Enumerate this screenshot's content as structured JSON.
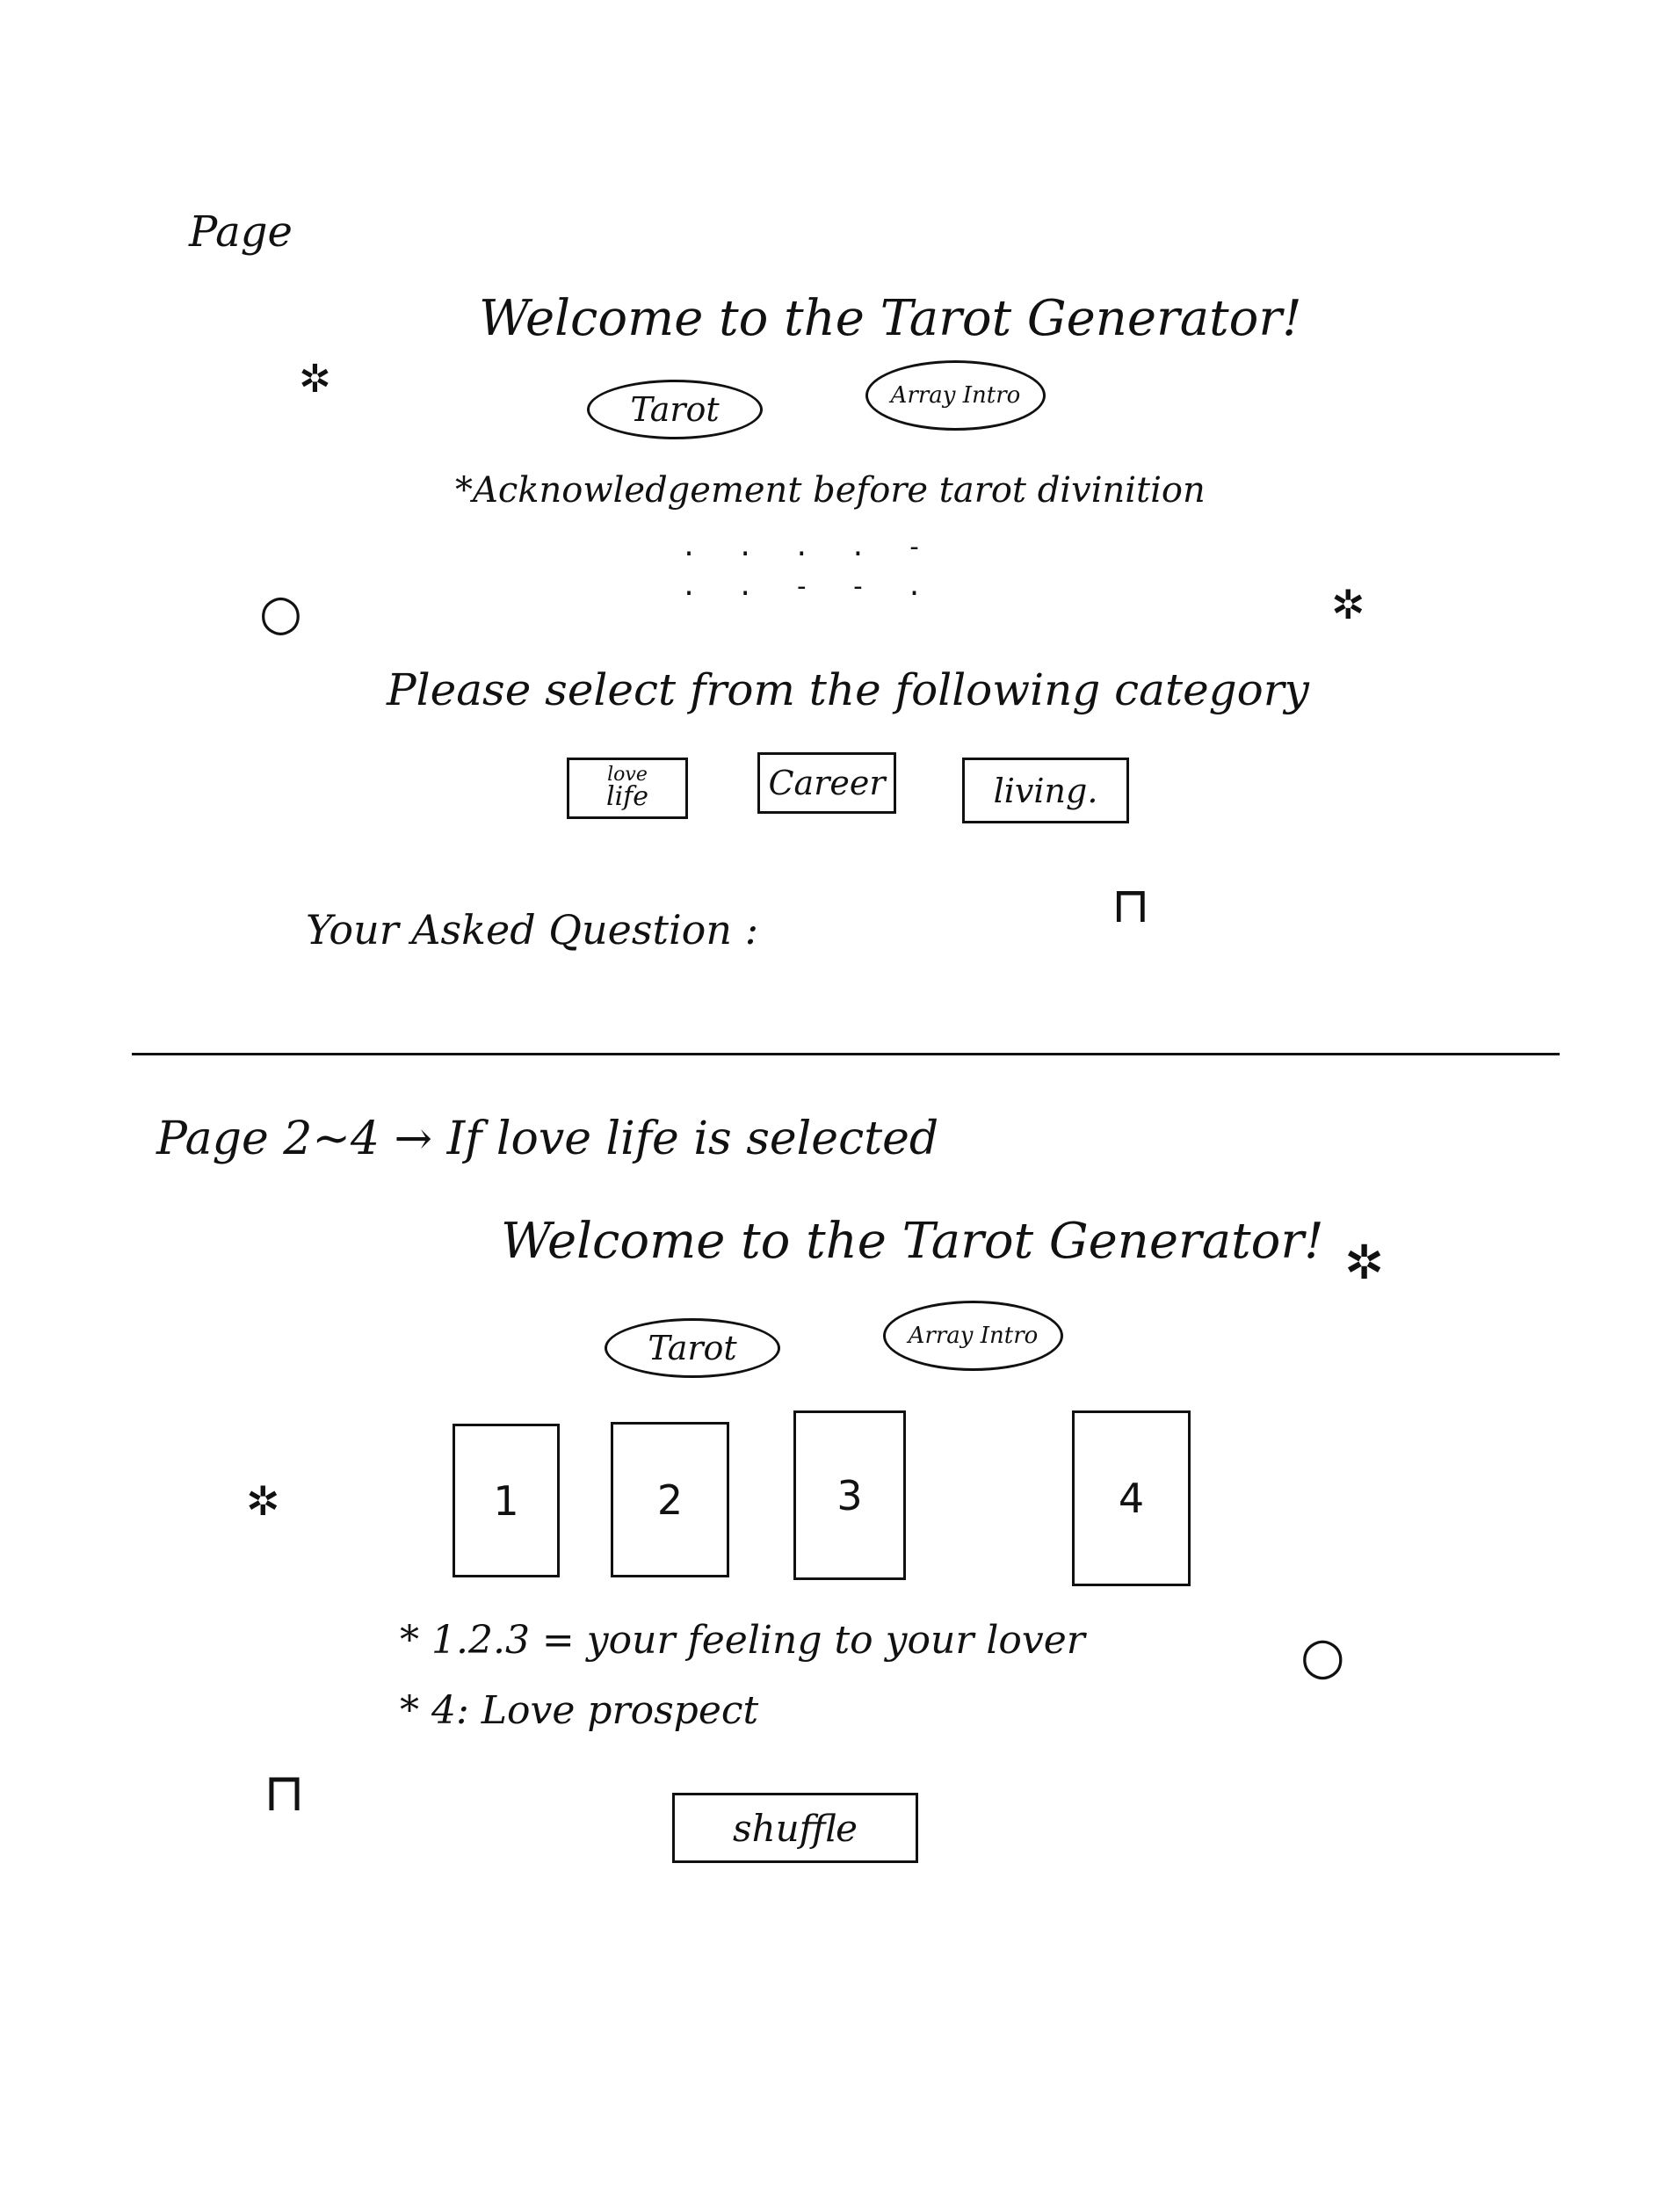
{
  "page1": {
    "page_label": "Page",
    "welcome_title": "Welcome to the Tarot Generator!",
    "nav": {
      "tarot_label": "Tarot",
      "array_label": "Array Intro"
    },
    "acknowledgement": "*Acknowledgement before tarot divinition",
    "placeholder_dots_1": ". . . . -",
    "placeholder_dots_2": ". . - - .",
    "category_prompt": "Please select from the following category",
    "categories": [
      {
        "line1": "love",
        "line2": "life"
      },
      {
        "label": "Career"
      },
      {
        "label": "living."
      }
    ],
    "question_label": "Your Asked Question :"
  },
  "page2": {
    "page_label": "Page 2~4 → If love life is selected",
    "welcome_title": "Welcome to the Tarot Generator!",
    "nav": {
      "tarot_label": "Tarot",
      "array_label": "Array Intro"
    },
    "cards": [
      "1",
      "2",
      "3",
      "4"
    ],
    "note_1": "* 1.2.3 = your feeling to your lover",
    "note_2": "* 4: Love prospect",
    "shuffle_label": "shuffle"
  },
  "doodles": {
    "star_icon": "✲",
    "circle_icon": "○",
    "square_icon": "⊓"
  }
}
